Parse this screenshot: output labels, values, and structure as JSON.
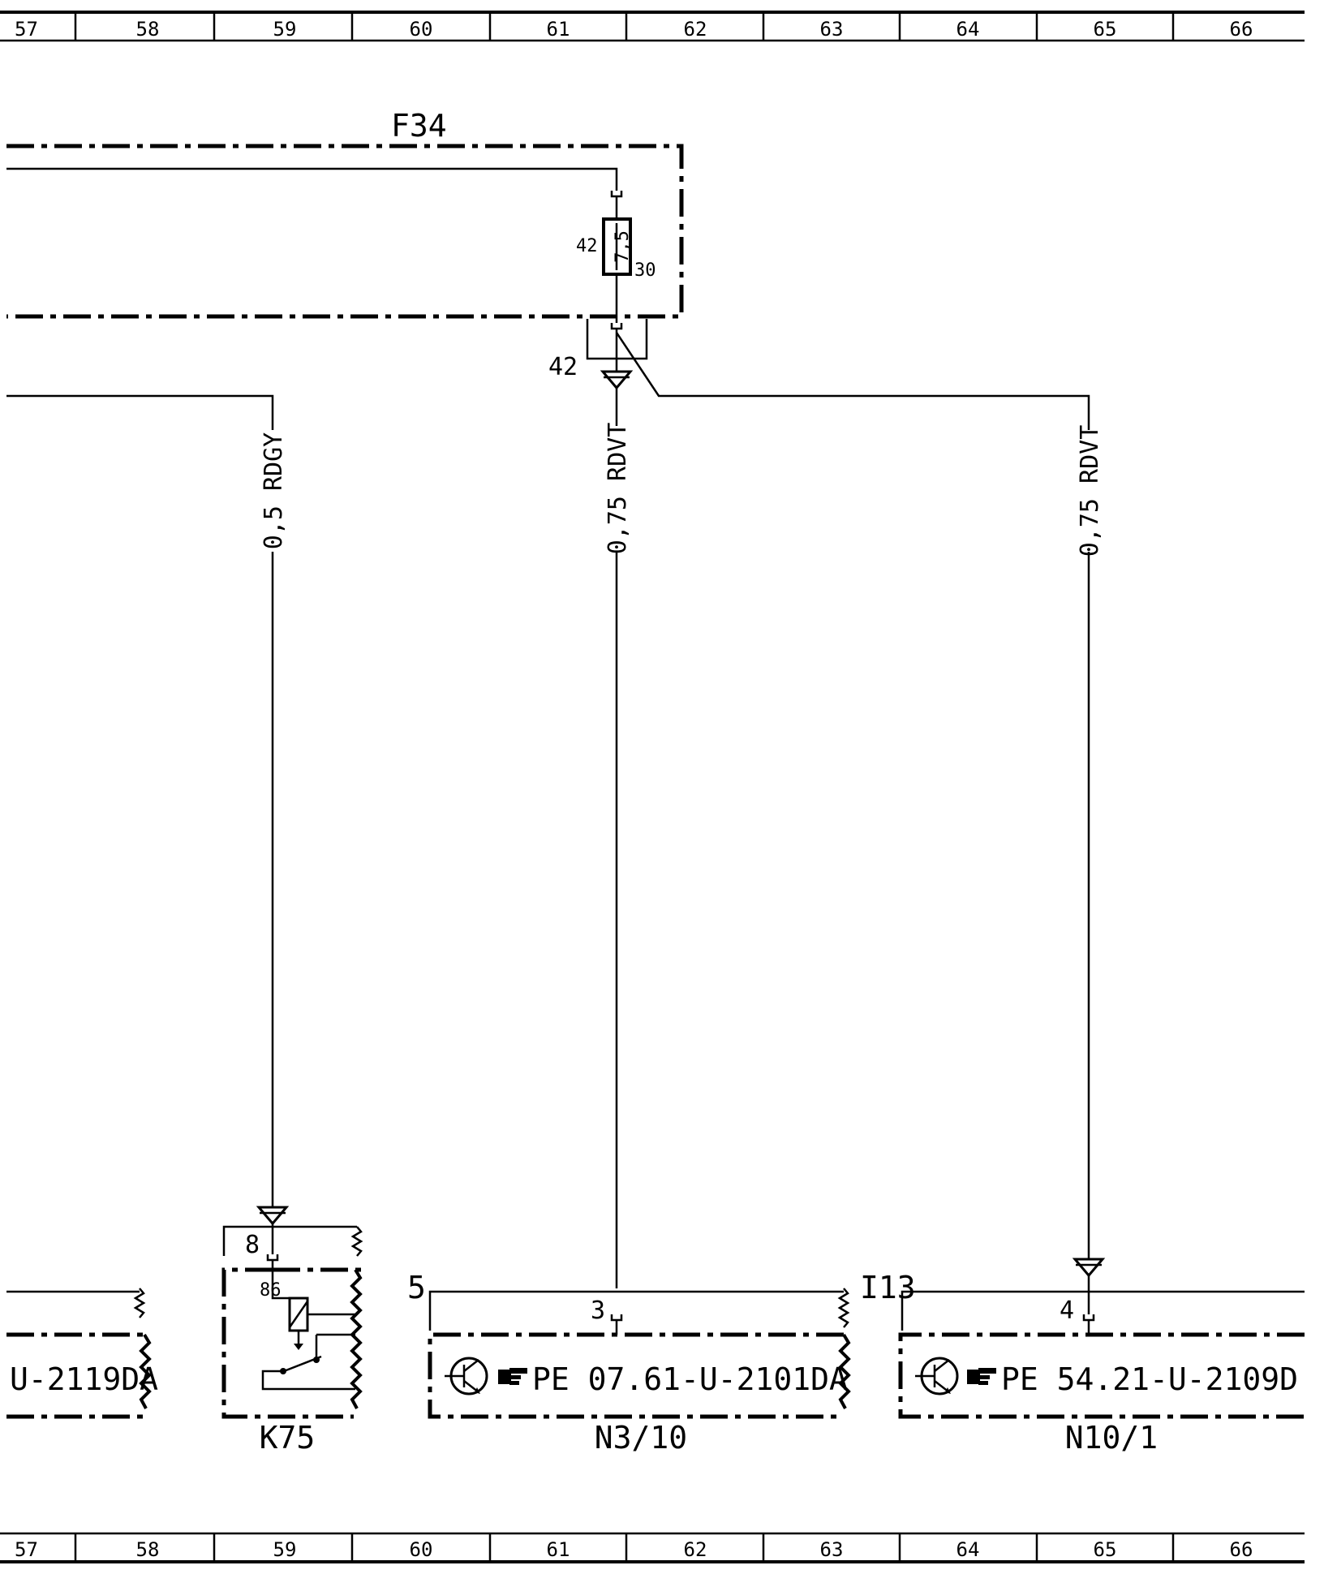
{
  "ruler": {
    "columns": [
      "57",
      "58",
      "59",
      "60",
      "61",
      "62",
      "63",
      "64",
      "65",
      "66"
    ]
  },
  "fuse_box": {
    "label": "F34",
    "fuse_rating": "7,5",
    "pin_in": "42",
    "pin_out": "30",
    "terminal": "42"
  },
  "wires": [
    {
      "label": "0,5 RDGY"
    },
    {
      "label": "0,75 RDVT"
    },
    {
      "label": "0,75 RDVT"
    }
  ],
  "components": {
    "left_module": {
      "ref_text": "U-2119DA"
    },
    "k75": {
      "label": "K75",
      "connector_pin": "8",
      "relay_pin": "86"
    },
    "n3_10": {
      "label": "N3/10",
      "connector": "5",
      "pin": "3",
      "ref_text": "PE  07.61-U-2101DA"
    },
    "n10_1": {
      "label": "N10/1",
      "connector": "I13",
      "pin": "4",
      "ref_text": "PE  54.21-U-2109D"
    }
  }
}
